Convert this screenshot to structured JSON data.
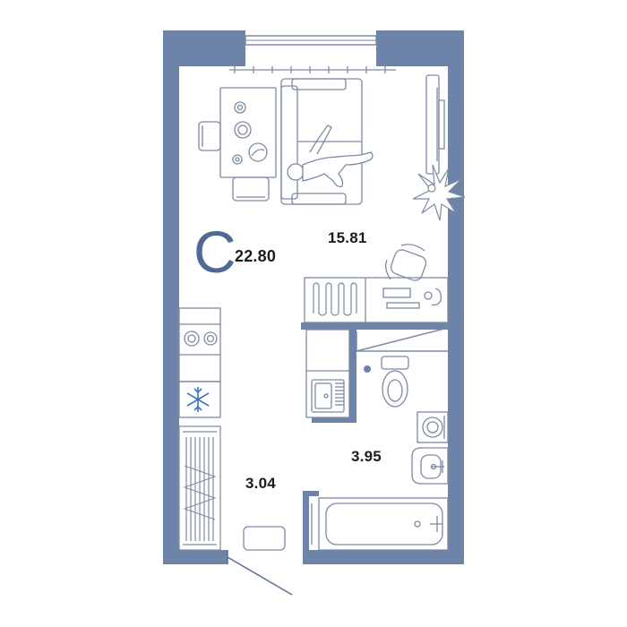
{
  "apartment": {
    "type_letter": "С",
    "total_area": "22.80",
    "colors": {
      "wall": "#6d84a8",
      "line": "#7d8aa3",
      "accent": "#4f6a94",
      "text": "#1c1c1c"
    }
  },
  "rooms": [
    {
      "id": "living",
      "area": "15.81"
    },
    {
      "id": "hallway",
      "area": "3.04"
    },
    {
      "id": "bathroom",
      "area": "3.95"
    }
  ],
  "icons": {
    "window": "window-icon",
    "radiator": "radiator-icon",
    "sofa": "sofa-icon",
    "person": "person-icon",
    "table": "dining-table-icon",
    "chair": "chair-icon",
    "plant": "plant-icon",
    "tv": "tv-icon",
    "desk": "desk-icon",
    "stove": "stove-icon",
    "fridge": "fridge-snowflake-icon",
    "sink": "kitchen-sink-icon",
    "toilet": "toilet-icon",
    "washer": "washing-machine-icon",
    "basin": "washbasin-icon",
    "bathtub": "bathtub-icon",
    "wardrobe": "wardrobe-icon",
    "mat": "door-mat-icon",
    "door": "entrance-door-icon"
  }
}
